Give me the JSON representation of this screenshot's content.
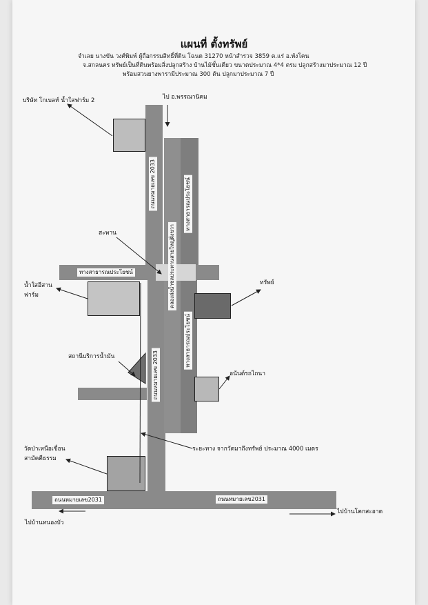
{
  "map": {
    "title": "แผนที่ ตั้งทรัพย์",
    "subtitle_1": "จำเลย นางขัน วงศ์พิมพ์   ผู้ถือกรรมสิทธิ์ที่ดิน โฉนด 31270 หน้าสำรวจ 3859 ต.แร่  อ.พังโคน",
    "subtitle_2": "จ.สกลนคร  ทรัพย์เป็นที่ดินพร้อมสิ่งปลูกสร้าง บ้านไม้ชั้นเดียว ขนาดประมาณ 4*4 ตรม ปลูกสร้างมาประมาณ 12 ปี",
    "subtitle_3": "พร้อมสวนยางพารามีประมาณ 300 ต้น ปลูกมาประมาณ 7 ปี"
  },
  "labels": {
    "company": "บริษัท โกเบลท์ น้ำใสฟาร์ม 2",
    "to_phanna": "ไป อ.พรรณานิคม",
    "bridge": "สะพาน",
    "farm_1": "น้ำใสอีสาน",
    "farm_2": "ฟาร์ม",
    "property": "ทรัพย์",
    "gas_station": "สถานีบริการน้ำมัน",
    "annan": "อนันต์รถไถนา",
    "temple_1": "วัดป่าเหนือเขื่อน",
    "temple_2": "สามัคคีธรรม",
    "distance": "ระยะทาง จากวัดมาถึงทรัพย์ ประมาณ 4000 เมตร",
    "to_nongbua": "ไปบ้านหนองบัว",
    "to_koksaat": "ไปบ้านโคกสะอาด"
  },
  "roads": {
    "highway_2033_top": "ถนนหมายเลข 2033",
    "highway_2033_bottom": "ถนนหมายเลข 2033",
    "public_way_horizontal": "ทางสาธารณประโยชน์",
    "public_way_top": "ทางสาธารณประโยชน์",
    "public_way_bottom": "ทางสาธารณประโยชน์",
    "canal": "คลองส่งน้ำชลประทานสายใหญ่ฝั่งขวา",
    "highway_2031_left": "ถนนหมายเลข2031",
    "highway_2031_right": "ถนนหมายเลข2031"
  },
  "colors": {
    "road_dark": "#8a8a8a",
    "road_mid": "#999999",
    "canal": "#b4b4b4",
    "box_light": "#bdbdbd",
    "box_dark": "#6a6a6a"
  }
}
